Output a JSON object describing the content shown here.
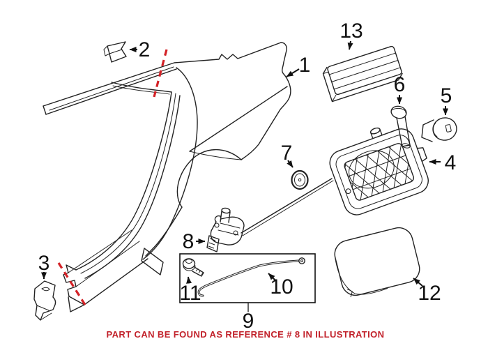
{
  "illustration": {
    "type": "auto-parts-exploded-diagram",
    "subject": "quarter panel and fuel filler door components"
  },
  "colors": {
    "accent_red": "#d32126",
    "footer_red": "#c2222b",
    "line": "#222222",
    "background": "#ffffff"
  },
  "labels": {
    "p1": "1",
    "p2": "2",
    "p3": "3",
    "p4": "4",
    "p5": "5",
    "p6": "6",
    "p7": "7",
    "p8": "8",
    "p9": "9",
    "p10": "10",
    "p11": "11",
    "p12": "12",
    "p13": "13"
  },
  "footer": {
    "notice": "PART CAN BE FOUND AS REFERENCE # 8 IN ILLUSTRATION"
  }
}
